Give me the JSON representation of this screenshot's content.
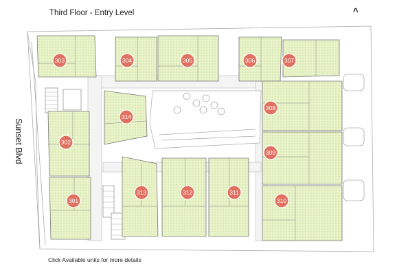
{
  "floor_title": "Third Floor - Entry Level",
  "north_arrow": "^",
  "street_label": "Sunset Blvd",
  "hint_text": "Click Available units for more details",
  "colors": {
    "unit_fill": "#e8f4c8",
    "unit_stroke": "#777777",
    "marker_fill": "#e07060",
    "marker_stroke": "#ffffff",
    "wall": "#999999"
  },
  "units": [
    {
      "id": "303",
      "label": "303"
    },
    {
      "id": "304",
      "label": "304"
    },
    {
      "id": "305",
      "label": "305"
    },
    {
      "id": "306",
      "label": "306"
    },
    {
      "id": "307",
      "label": "307"
    },
    {
      "id": "308",
      "label": "308"
    },
    {
      "id": "309",
      "label": "309"
    },
    {
      "id": "314",
      "label": "314"
    },
    {
      "id": "302",
      "label": "302"
    },
    {
      "id": "301",
      "label": "301"
    },
    {
      "id": "313",
      "label": "313"
    },
    {
      "id": "312",
      "label": "312"
    },
    {
      "id": "311",
      "label": "311"
    },
    {
      "id": "310",
      "label": "310"
    }
  ]
}
